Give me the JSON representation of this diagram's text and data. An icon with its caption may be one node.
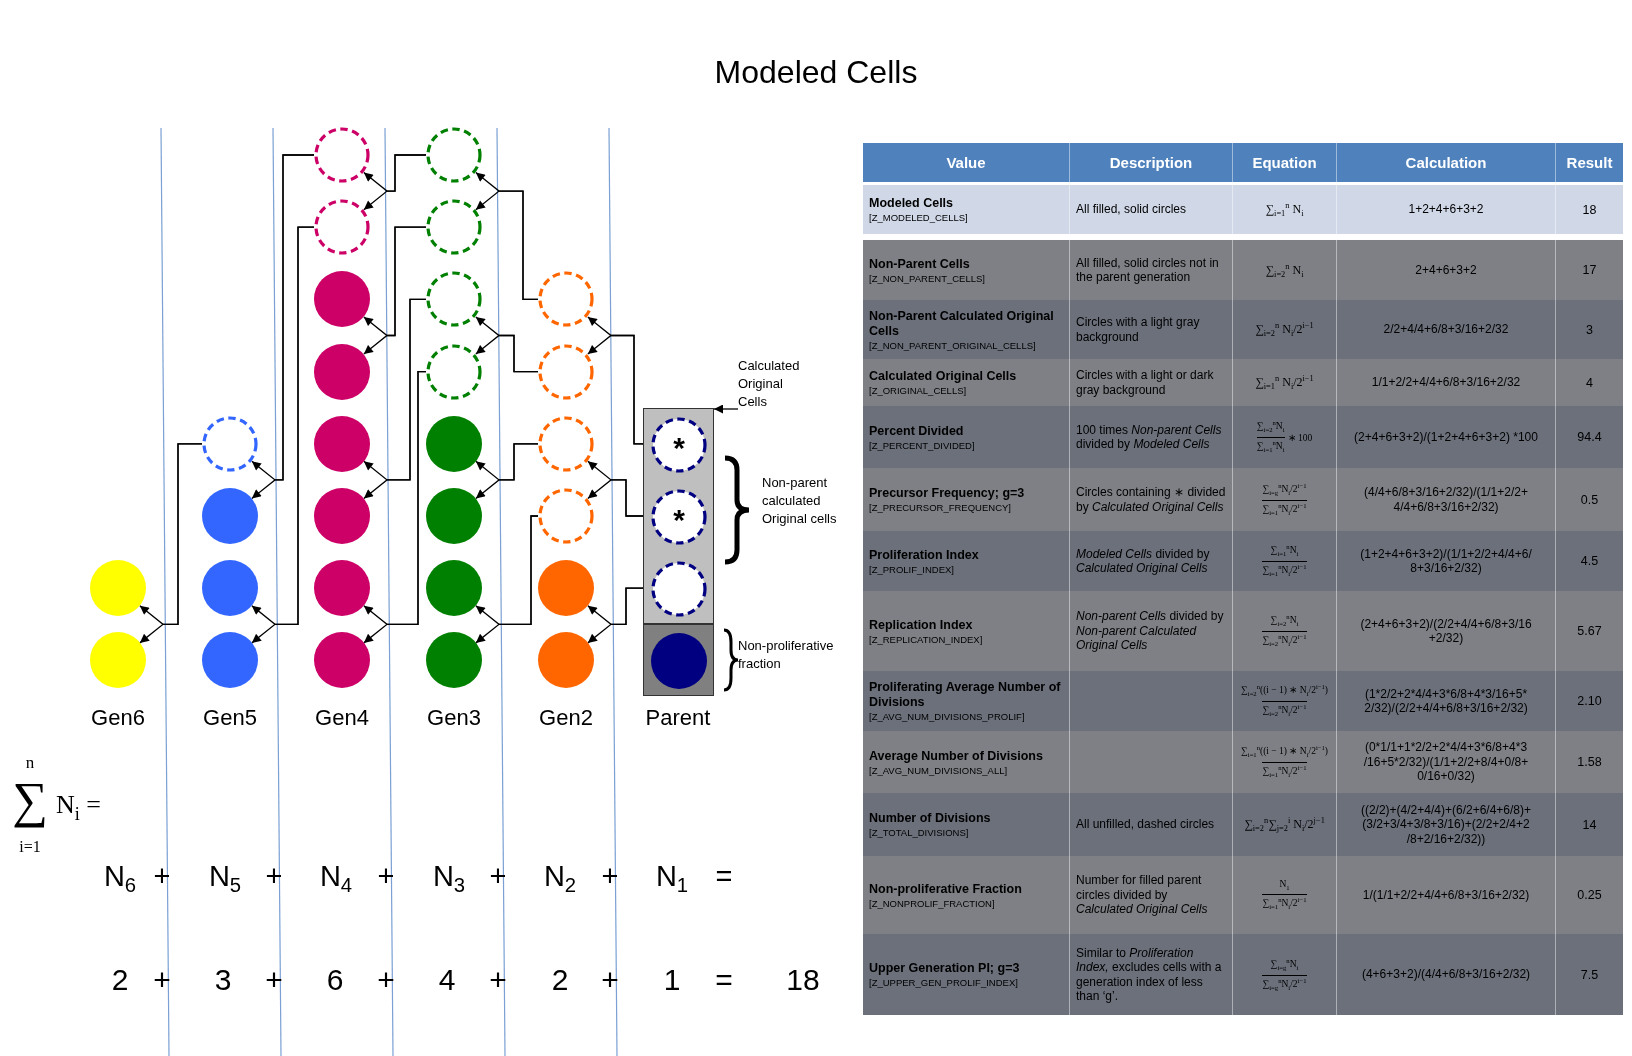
{
  "diagram": {
    "title": "Modeled Cells",
    "nodes": [
      {
        "text": [
          "Calculated Original Cells"
        ]
      },
      {
        "text": [],
        "shape": "box"
      },
      {
        "text": [],
        "shape": "box"
      },
      {
        "text": [],
        "shape": "circle"
      },
      {
        "text": [],
        "shape": "circle"
      },
      {
        "text": [],
        "shape": "circle"
      },
      {
        "text": [],
        "shape": "circle"
      },
      {
        "text": [],
        "shape": "circle"
      },
      {
        "text": [],
        "shape": "circle"
      },
      {
        "text": [],
        "shape": "circle"
      },
      {
        "text": [],
        "shape": "circle"
      },
      {
        "text": [],
        "shape": "circle"
      },
      {
        "text": [],
        "shape": "circle"
      },
      {
        "text": [],
        "shape": "circle"
      },
      {
        "text": [],
        "shape": "circle"
      },
      {
        "text": [],
        "shape": "circle"
      },
      {
        "text": [],
        "shape": "circle"
      },
      {
        "text": [],
        "shape": "circle"
      },
      {
        "text": [],
        "shape": "circle"
      },
      {
        "text": [],
        "shape": "circle"
      },
      {
        "text": [],
        "shape": "circle"
      },
      {
        "text": [],
        "shape": "circle"
      },
      {
        "text": [],
        "shape": "circle"
      },
      {
        "text": [],
        "shape": "circle"
      },
      {
        "text": [],
        "shape": "circle"
      },
      {
        "text": [],
        "shape": "circle"
      },
      {
        "text": [],
        "shape": "circle"
      },
      {
        "text": [],
        "shape": "circle"
      },
      {
        "text": [],
        "shape": "circle"
      },
      {
        "text": [],
        "shape": "circle"
      },
      {
        "text": [],
        "shape": "circle"
      },
      {
        "text": [
          "*"
        ],
        "in": 1
      },
      {
        "text": [
          "*"
        ],
        "in": 1
      },
      {
        "text": [],
        "shape": "circle",
        "in": 1
      },
      {
        "text": [],
        "shape": "circle",
        "in": 2
      }
    ],
    "edges": [
      {
        "from": 0,
        "to": 1,
        "arrow": "to"
      },
      {
        "from": 5,
        "to": 3,
        "arrow": "to"
      },
      {
        "from": 5,
        "to": 4,
        "arrow": "to"
      },
      {
        "from": 9,
        "to": 5,
        "arrow": "to"
      },
      {
        "from": 9,
        "to": 6,
        "arrow": "to"
      },
      {
        "from": 10,
        "to": 7,
        "arrow": "to"
      },
      {
        "from": 10,
        "to": 8,
        "arrow": "to"
      },
      {
        "from": 17,
        "to": 9,
        "arrow": "to"
      },
      {
        "from": 17,
        "to": 10,
        "arrow": "to"
      },
      {
        "from": 18,
        "to": 11,
        "arrow": "to"
      },
      {
        "from": 18,
        "to": 12,
        "arrow": "to"
      },
      {
        "from": 19,
        "to": 13,
        "arrow": "to"
      },
      {
        "from": 19,
        "to": 14,
        "arrow": "to"
      },
      {
        "from": 20,
        "to": 15,
        "arrow": "to"
      },
      {
        "from": 20,
        "to": 16,
        "arrow": "to"
      },
      {
        "from": 25,
        "to": 17,
        "arrow": "to"
      },
      {
        "from": 25,
        "to": 18,
        "arrow": "to"
      },
      {
        "from": 26,
        "to": 19,
        "arrow": "to"
      },
      {
        "from": 26,
        "to": 20,
        "arrow": "to"
      },
      {
        "from": 27,
        "to": 21,
        "arrow": "to"
      },
      {
        "from": 27,
        "to": 22,
        "arrow": "to"
      },
      {
        "from": 28,
        "to": 23,
        "arrow": "to"
      },
      {
        "from": 28,
        "to": 24,
        "arrow": "to"
      },
      {
        "from": 31,
        "to": 25,
        "arrow": "to"
      },
      {
        "from": 31,
        "to": 26,
        "arrow": "to"
      },
      {
        "from": 32,
        "to": 27,
        "arrow": "to"
      },
      {
        "from": 32,
        "to": 28,
        "arrow": "to"
      },
      {
        "from": 33,
        "to": 29,
        "arrow": "to"
      },
      {
        "from": 33,
        "to": 30,
        "arrow": "to"
      }
    ],
    "labels": [
      "Non-parent calculated Original cells",
      "Non-proliferative fraction",
      "Gen6",
      "Gen5",
      "Gen4",
      "Gen3",
      "Gen2",
      "Parent",
      "n",
      "∑",
      "N$_{i}$ =",
      "i=1",
      "N$_{6}$",
      "+",
      "N$_{5}$",
      "+",
      "N$_{4}$",
      "+",
      "N$_{3}$",
      "+",
      "N$_{2}$",
      "+",
      "N$_{1}$",
      "=",
      "2",
      "+",
      "3",
      "+",
      "6",
      "+",
      "4",
      "+",
      "2",
      "+",
      "1",
      "=",
      "18",
      "Value",
      "Description",
      "Equation",
      "Calculation",
      "Result",
      "Modeled Cells",
      "[Z_MODELED_CELLS]",
      "All filled, solid circles",
      "∑$_{i=1}$$^{n}$ N$_{i}$",
      "1+2+4+6+3+2",
      "18",
      "Non-Parent Cells",
      "[Z_NON_PARENT_CELLS]",
      "All filled, solid circles not in the parent generation",
      "∑$_{i=2}$$^{n}$ N$_{i}$",
      "2+4+6+3+2",
      "17",
      "Non-Parent Calculated Original Cells",
      "[Z_NON_PARENT_ORIGINAL_CELLS]",
      "Circles with a light gray background",
      "∑$_{i=2}$$^{n}$ N$_{i}$/2$^{i−1}$",
      "2/2+4/4+6/8+3/16+2/32",
      "3",
      "Calculated Original Cells",
      "[Z_ORIGINAL_CELLS]",
      "Circles with a light or dark gray background",
      "∑$_{i=1}$$^{n}$ N$_{i}$/2$^{i−1}$",
      "1/1+2/2+4/4+6/8+3/16+2/32",
      "4",
      "Percent Divided",
      "[Z_PERCENT_DIVIDED]",
      "100 times *Non-parent Cells* divided by *Modeled Cells*",
      "∑$_{i=2}$$^{n}$N$_{i}$",
      "∑$_{i=1}$$^{n}$N$_{i}$",
      "∗ 100",
      "(2+4+6+3+2)/(1+2+4+6+3+2) *100",
      "94.4",
      "Precursor Frequency; g=3",
      "[Z_PRECURSOR_FREQUENCY]",
      "Circles containing ∗ divided by *Calculated Original Cells*",
      "∑$_{i=g}$$^{n}$N$_{i}$/2$^{i−1}$",
      "∑$_{i=1}$$^{n}$N$_{i}$/2$^{i−1}$",
      "(4/4+6/8+3/16+2/32)/(1/1+2/2+ 4/4+6/8+3/16+2/32)",
      "0.5",
      "Proliferation Index",
      "[Z_PROLIF_INDEX]",
      "*Modeled Cells* divided by *Calculated Original Cells*",
      "∑$_{i=1}$$^{n}$N$_{i}$",
      "∑$_{i=1}$$^{n}$N$_{i}$/2$^{i−1}$",
      "(1+2+4+6+3+2)/(1/1+2/2+4/4+6/ 8+3/16+2/32)",
      "4.5",
      "Replication Index",
      "[Z_REPLICATION_INDEX]",
      "*Non-parent Cells* divided by *Non-parent Calculated Original Cells*",
      "∑$_{i=2}$$^{n}$N$_{i}$",
      "∑$_{i=2}$$^{n}$N$_{i}$/2$^{i−1}$",
      "(2+4+6+3+2)/(2/2+4/4+6/8+3/16 +2/32)",
      "5.67",
      "Proliferating Average Number of Divisions",
      "[Z_AVG_NUM_DIVISIONS_PROLIF]",
      "∑$_{i=2}$$^{n}$((i − 1) ∗ N$_{i}$/2$^{i−1}$)",
      "∑$_{i=2}$$^{n}$N$_{i}$/2$^{i−1}$",
      "(1*2/2+2*4/4+3*6/8+4*3/16+5* 2/32)/(2/2+4/4+6/8+3/16+2/32)",
      "2.10",
      "Average Number of Divisions",
      "[Z_AVG_NUM_DIVISIONS_ALL]",
      "∑$_{i=1}$$^{n}$((i − 1) ∗ N$_{i}$/2$^{i−1}$)",
      "∑$_{i=1}$$^{n}$N$_{i}$/2$^{i−1}$",
      "(0*1/1+1*2/2+2*4/4+3*6/8+4*3 /16+5*2/32)/(1/1+2/2+8/4+0/8+ 0/16+0/32)",
      "1.58",
      "Number of Divisions",
      "[Z_TOTAL_DIVISIONS]",
      "All unfilled, dashed circles",
      "∑$_{i=2}$$^{n}$∑$_{j=2}$$^{i}$ N$_{i}$/2$^{j−1}$",
      "((2/2)+(4/2+4/4)+(6/2+6/4+6/8)+ (3/2+3/4+3/8+3/16)+(2/2+2/4+2 /8+2/16+2/32))",
      "14",
      "Non-proliferative Fraction",
      "[Z_NONPROLIF_FRACTION]",
      "Number for filled parent circles divided by *Calculated Original Cells*",
      "N$_{1}$",
      "∑$_{i=1}$$^{n}$N$_{i}$/2$^{i−1}$",
      "1/(1/1+2/2+4/4+6/8+3/16+2/32)",
      "0.25",
      "Upper Generation PI; g=3",
      "[Z_UPPER_GEN_PROLIF_INDEX]",
      "Similar to *Proliferation Index,* excludes cells with a generation index of less than ‘g’.",
      "∑$_{i=g}$$^{n}$N$_{i}$",
      "∑$_{i=g}$$^{n}$N$_{i}$/2$^{i−1}$",
      "(4+6+3+2)/(4/4+6/8+3/16+2/32)",
      "7.5"
    ]
  }
}
